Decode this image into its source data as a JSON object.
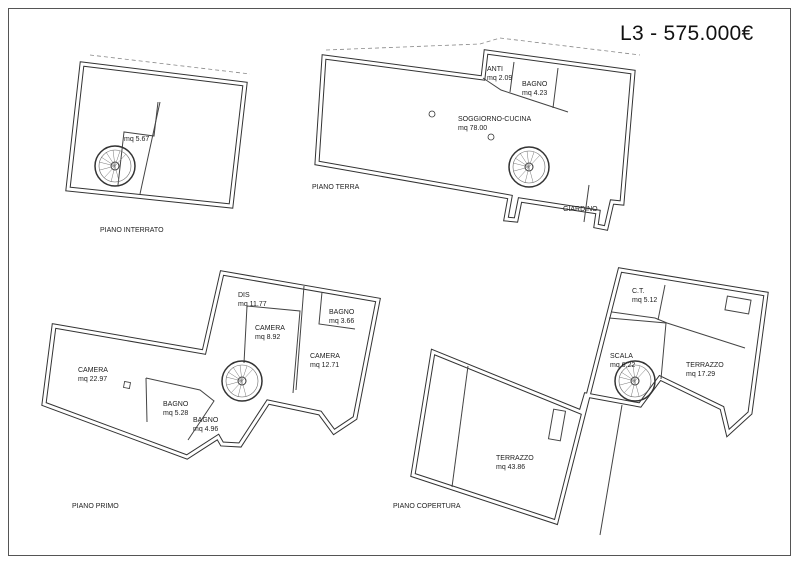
{
  "title": "L3 - 575.000€",
  "plans": {
    "interrato": {
      "name": "PIANO INTERRATO",
      "rooms": [
        {
          "name": "",
          "area": "mq 5.67"
        }
      ]
    },
    "terra": {
      "name": "PIANO TERRA",
      "rooms": [
        {
          "name": "ANTI",
          "area": "mq 2.09"
        },
        {
          "name": "BAGNO",
          "area": "mq 4.23"
        },
        {
          "name": "SOGGIORNO-CUCINA",
          "area": "mq 78.00"
        },
        {
          "name": "GIARDINO",
          "area": ""
        }
      ]
    },
    "primo": {
      "name": "PIANO PRIMO",
      "rooms": [
        {
          "name": "DIS",
          "area": "mq 11.77"
        },
        {
          "name": "CAMERA",
          "area": "mq 8.92"
        },
        {
          "name": "BAGNO",
          "area": "mq 3.66"
        },
        {
          "name": "CAMERA",
          "area": "mq 12.71"
        },
        {
          "name": "CAMERA",
          "area": "mq 22.97"
        },
        {
          "name": "BAGNO",
          "area": "mq 5.28"
        },
        {
          "name": "BAGNO",
          "area": "mq 4.96"
        }
      ]
    },
    "copertura": {
      "name": "PIANO COPERTURA",
      "rooms": [
        {
          "name": "C.T.",
          "area": "mq 5.12"
        },
        {
          "name": "SCALA",
          "area": "mq 6.22"
        },
        {
          "name": "TERRAZZO",
          "area": "mq 17.29"
        },
        {
          "name": "TERRAZZO",
          "area": "mq 43.86"
        }
      ]
    }
  }
}
